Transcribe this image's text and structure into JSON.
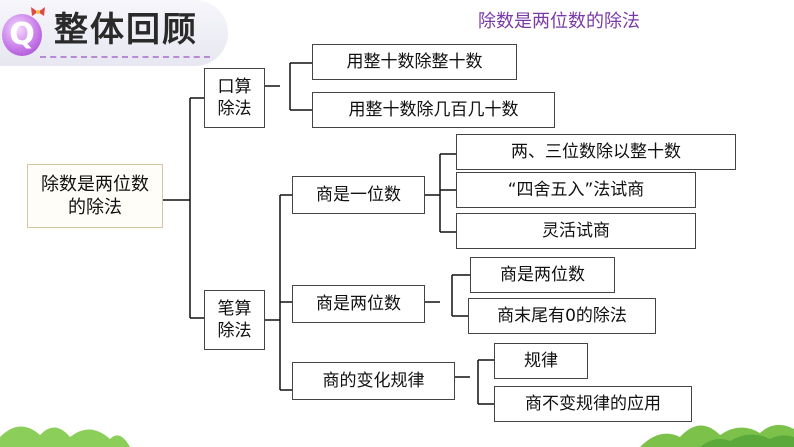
{
  "header": {
    "title": "整体回顾",
    "badge_letter": "Q",
    "subtitle": "除数是两位数的除法"
  },
  "tree": {
    "root": "除数是两位数的除法",
    "branches": [
      {
        "label": "口算除法",
        "children": [
          "用整十数除整十数",
          "用整十数除几百几十数"
        ]
      },
      {
        "label": "笔算除法",
        "children": [
          {
            "label": "商是一位数",
            "children": [
              "两、三位数除以整十数",
              "“四舍五入”法试商",
              "灵活试商"
            ]
          },
          {
            "label": "商是两位数",
            "children": [
              "商是两位数",
              "商末尾有0的除法"
            ]
          },
          {
            "label": "商的变化规律",
            "children": [
              "规律",
              "商不变规律的应用"
            ]
          }
        ]
      }
    ]
  },
  "colors": {
    "accent": "#7a3aa8",
    "badge": "#c77ae8",
    "grass": "#7cc24a"
  }
}
